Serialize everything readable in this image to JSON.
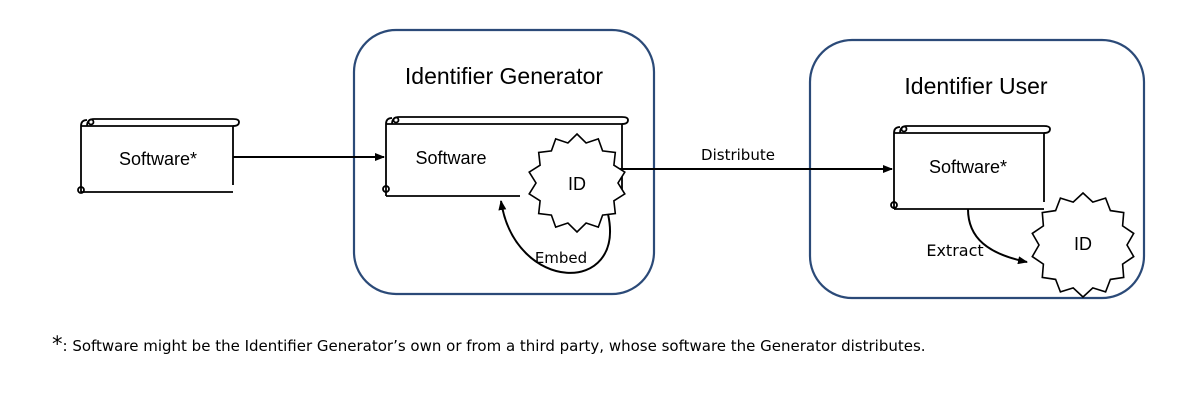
{
  "diagram": {
    "input_software_label": "Software*",
    "generator": {
      "title": "Identifier Generator",
      "software_label": "Software",
      "id_label": "ID",
      "embed_label": "Embed"
    },
    "distribute_label": "Distribute",
    "user": {
      "title": "Identifier User",
      "software_label": "Software*",
      "id_label": "ID",
      "extract_label": "Extract"
    },
    "footnote": {
      "marker": "*",
      "text": ": Software might be the Identifier Generator’s own or from a third party, whose software the Generator distributes."
    }
  },
  "colors": {
    "container_border": "#2b4a78",
    "line": "#000000",
    "background": "#ffffff"
  }
}
